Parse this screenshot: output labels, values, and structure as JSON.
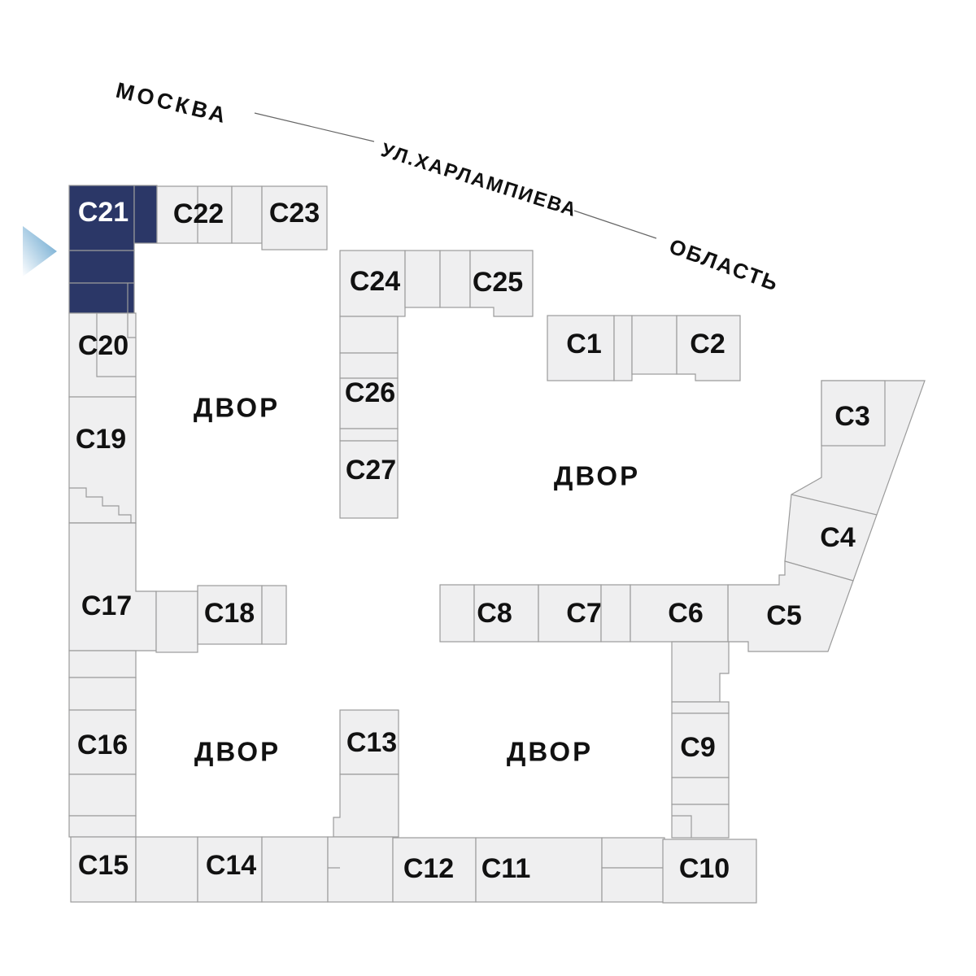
{
  "plan": {
    "streets": {
      "left_label": "МОСКВА",
      "street_name": "УЛ.ХАРЛАМПИЕВА",
      "right_label": "ОБЛАСТЬ"
    },
    "courtyard_label": "ДВОР",
    "selected_building": "С21",
    "buildings": [
      "С1",
      "С2",
      "С3",
      "С4",
      "С5",
      "С6",
      "С7",
      "С8",
      "С9",
      "С10",
      "С11",
      "С12",
      "С13",
      "С14",
      "С15",
      "С16",
      "С17",
      "С18",
      "С19",
      "С20",
      "С21",
      "С22",
      "С23",
      "С24",
      "С25",
      "С26",
      "С27"
    ],
    "colors": {
      "background": "#FFFFFF",
      "block_fill": "#EFEFF0",
      "block_border": "#9B9B9B",
      "highlight_fill": "#2B3767",
      "highlight_text": "#FFFFFF",
      "label_text": "#111111",
      "arrow_blue": "#5C9FCB"
    }
  }
}
